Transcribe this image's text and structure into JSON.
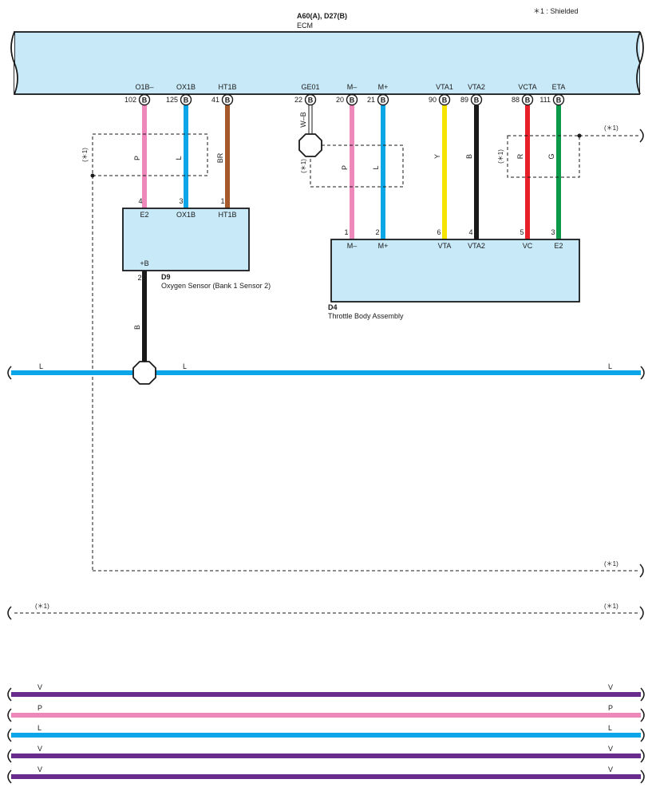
{
  "legend": {
    "note": "＊1 : Shielded"
  },
  "ecm": {
    "code": "A60(A), D27(B)",
    "name": "ECM"
  },
  "ecm_terminals": [
    {
      "pin": "102",
      "name": "O1B–",
      "conn": "B"
    },
    {
      "pin": "125",
      "name": "OX1B",
      "conn": "B"
    },
    {
      "pin": "41",
      "name": "HT1B",
      "conn": "B"
    },
    {
      "pin": "22",
      "name": "GE01",
      "conn": "B"
    },
    {
      "pin": "20",
      "name": "M–",
      "conn": "B"
    },
    {
      "pin": "21",
      "name": "M+",
      "conn": "B"
    },
    {
      "pin": "90",
      "name": "VTA1",
      "conn": "B"
    },
    {
      "pin": "89",
      "name": "VTA2",
      "conn": "B"
    },
    {
      "pin": "88",
      "name": "VCTA",
      "conn": "B"
    },
    {
      "pin": "111",
      "name": "ETA",
      "conn": "B"
    }
  ],
  "wires": {
    "o1b": "P",
    "ox1b": "L",
    "ht1b": "BR",
    "ge01": "W–B",
    "m_minus": "P",
    "m_plus": "L",
    "vta1": "Y",
    "vta2": "B",
    "vcta": "R",
    "eta": "G",
    "d9_b": "B"
  },
  "shield": {
    "mark": "(＊1)"
  },
  "d9": {
    "code": "D9",
    "name": "Oxygen Sensor (Bank 1 Sensor 2)",
    "pins": [
      {
        "pin": "4",
        "name": "E2"
      },
      {
        "pin": "3",
        "name": "OX1B"
      },
      {
        "pin": "1",
        "name": "HT1B"
      },
      {
        "pin": "2",
        "name": "+B"
      }
    ]
  },
  "d4": {
    "code": "D4",
    "name": "Throttle Body Assembly",
    "pins": [
      {
        "pin": "1",
        "name": "M–"
      },
      {
        "pin": "2",
        "name": "M+"
      },
      {
        "pin": "6",
        "name": "VTA"
      },
      {
        "pin": "4",
        "name": "VTA2"
      },
      {
        "pin": "5",
        "name": "VC"
      },
      {
        "pin": "3",
        "name": "E2"
      }
    ]
  },
  "bus_l": {
    "left": "L",
    "mid": "L",
    "right": "L"
  },
  "bottom_wires": [
    {
      "color": "V",
      "hex": "#6a2c8c"
    },
    {
      "color": "P",
      "hex": "#ee88bb"
    },
    {
      "color": "L",
      "hex": "#0aa6e8"
    },
    {
      "color": "V",
      "hex": "#6a2c8c"
    },
    {
      "color": "V",
      "hex": "#6a2c8c"
    }
  ],
  "colors": {
    "pink": "#ee88bb",
    "blue": "#0aa6e8",
    "brown": "#a65a2c",
    "yellow": "#f6e400",
    "black": "#1a1a1a",
    "red": "#e8202a",
    "green": "#0c9a4a",
    "violet": "#6a2c8c",
    "box": "#c8e9f8"
  }
}
